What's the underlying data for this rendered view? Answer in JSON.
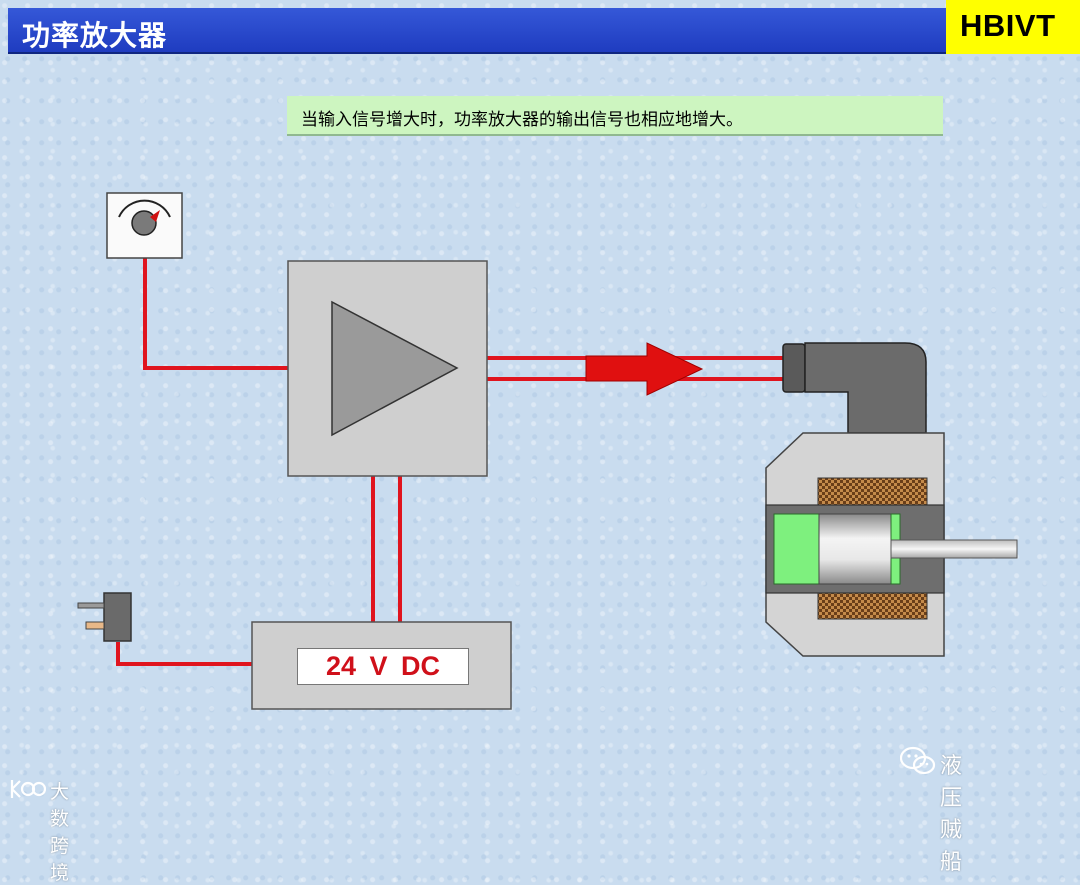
{
  "header": {
    "title": "功率放大器",
    "logo": "HBIVT"
  },
  "caption": {
    "text": "当输入信号增大时，功率放大器的输出信号也相应地增大。"
  },
  "power_supply": {
    "label": "24 V  DC"
  },
  "watermarks": {
    "right": "液压贼船",
    "left": "大数跨境"
  },
  "colors": {
    "wire": "#e0141e",
    "arrow": "#e01010",
    "box_fill": "#cfcfcf",
    "triangle": "#9a9a9a",
    "armature_green": "#7ef07e",
    "coil": "#8a5a2a",
    "title_bar": "#2a4bd0",
    "logo_bg": "#ffff00",
    "caption_bg": "#cdf5c0"
  },
  "icons": {
    "potentiometer": "dial-knob-icon",
    "plug": "power-plug-icon",
    "amplifier": "triangle-amplifier-icon",
    "solenoid": "solenoid-icon"
  }
}
